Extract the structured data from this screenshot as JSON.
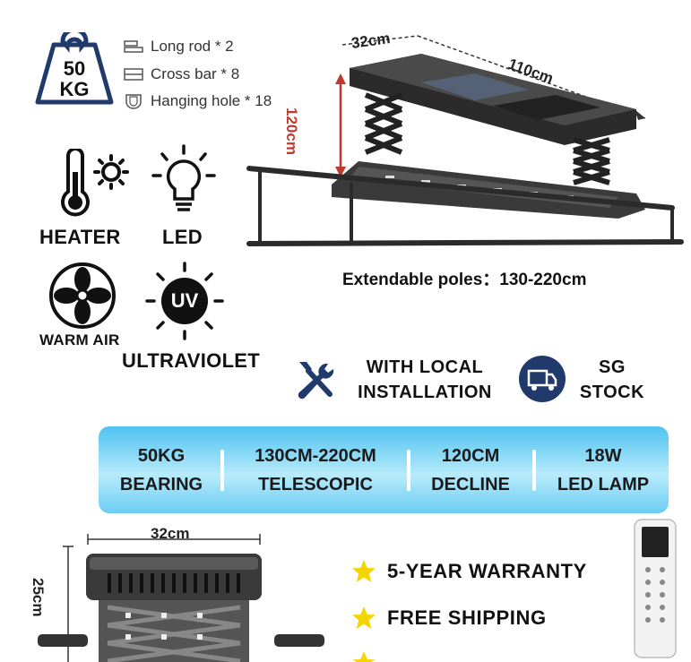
{
  "badge": {
    "top": "50",
    "bottom": "KG"
  },
  "specs": [
    {
      "icon": "long-rod-icon",
      "label": "Long rod * 2"
    },
    {
      "icon": "cross-bar-icon",
      "label": "Cross bar * 8"
    },
    {
      "icon": "hanging-hole-icon",
      "label": "Hanging hole * 18"
    }
  ],
  "features": {
    "heater": "HEATER",
    "led": "LED",
    "warm_air": "WARM AIR",
    "uv_badge": "UV",
    "ultraviolet": "ULTRAVIOLET"
  },
  "dimensions": {
    "depth": "32cm",
    "width": "110cm",
    "height": "120cm",
    "extendable": "Extendable poles：130-220cm",
    "front_width": "32cm",
    "front_height": "25cm"
  },
  "services": {
    "installation_line1": "WITH LOCAL",
    "installation_line2": "INSTALLATION",
    "stock_line1": "SG",
    "stock_line2": "STOCK"
  },
  "spec_bar": [
    {
      "value": "50KG",
      "label": "BEARING"
    },
    {
      "value": "130CM-220CM",
      "label": "TELESCOPIC"
    },
    {
      "value": "120CM",
      "label": "DECLINE"
    },
    {
      "value": "18W",
      "label": "LED LAMP"
    }
  ],
  "perks": [
    "5-YEAR WARRANTY",
    "FREE SHIPPING"
  ],
  "colors": {
    "accent_blue": "#1f3a6b",
    "spec_bar": "#6ccdf3",
    "star": "#f6d400",
    "dim_arrow": "#c0392b"
  }
}
